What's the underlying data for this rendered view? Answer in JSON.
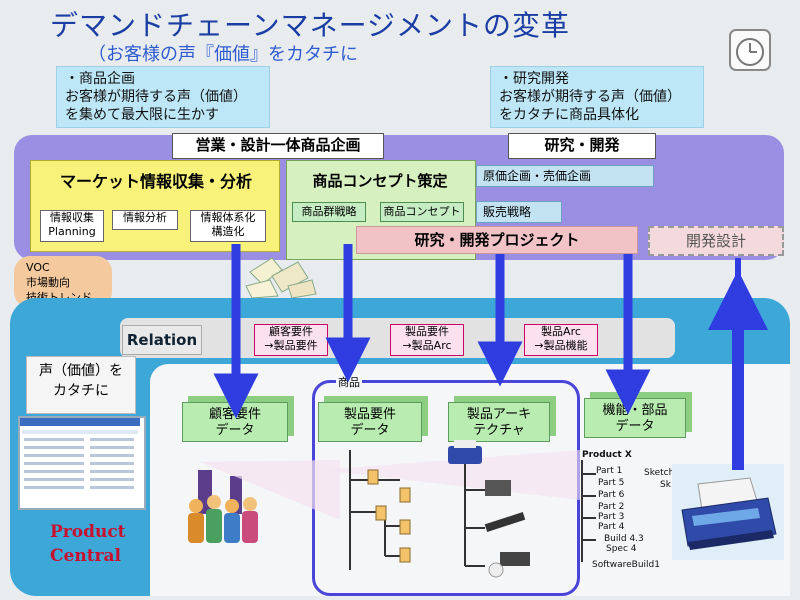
{
  "header": {
    "title": "デマンドチェーンマネージメントの変革",
    "subtitle": "（お客様の声『価値』をカタチに"
  },
  "notes": {
    "left": [
      "・商品企画",
      "お客様が期待する声（価値）",
      "を集めて最大限に生かす"
    ],
    "right": [
      "・研究開発",
      "お客様が期待する声（価値）",
      "をカタチに商品具体化"
    ]
  },
  "top_panel": {
    "label_left": "営業・設計一体商品企画",
    "label_right": "研究・開発",
    "market": {
      "title": "マーケット情報収集・分析",
      "items": [
        "情報収集\nPlanning",
        "情報分析",
        "情報体系化\n構造化"
      ]
    },
    "concept": {
      "title": "商品コンセプト策定",
      "items": [
        "商品群戦略",
        "商品コンセプト"
      ]
    },
    "side_items": [
      "原価企画・売価企画",
      "販売戦略"
    ],
    "project": "研究・開発プロジェクト",
    "dev_design": "開発設計",
    "voc": [
      "VOC",
      "市場動向",
      "技術トレンド"
    ]
  },
  "bottom_panel": {
    "relation": "Relation",
    "relations": [
      "顧客要件\n→製品要件",
      "製品要件\n→製品Arc",
      "製品Arc\n→製品機能"
    ],
    "voice": "声（価値）を\nカタチに",
    "product_group": "商品",
    "data_boxes": [
      "顧客要件\nデータ",
      "製品要件\nデータ",
      "製品アーキ\nテクチャ",
      "機能・部品\nデータ"
    ],
    "product_central": [
      "Product",
      "Central"
    ],
    "tree": [
      "Product X",
      "Part 1",
      "Part 5",
      "Part 6",
      "Part 2",
      "Part 3",
      "Part 4",
      "Build 4.3",
      "Spec 4",
      "SoftwareBuild1",
      "Sketch",
      "Sk"
    ]
  },
  "colors": {
    "title": "#1a3ea3",
    "top_panel": "#9b8fe3",
    "bottom_panel": "#3da7d8",
    "arrow": "#2f3de0",
    "product_central": "#c8102e"
  }
}
